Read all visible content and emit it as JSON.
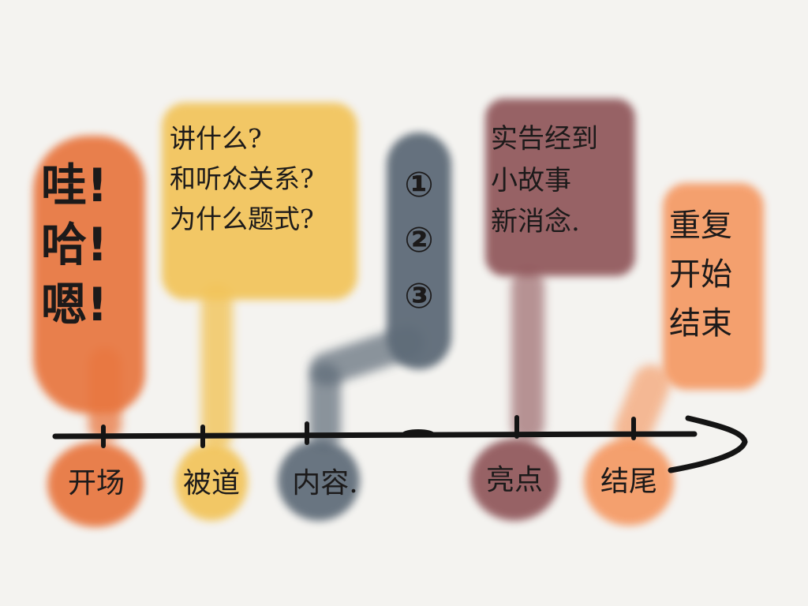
{
  "colors": {
    "orange_red": "#e8763f",
    "yellow": "#f2c45a",
    "slate": "#5e6b78",
    "maroon": "#8e5357",
    "orange": "#f59a64",
    "axis": "#141414",
    "background": "#f4f3f0"
  },
  "stages": [
    {
      "label": "开场",
      "note": "哇!\n哈!\n嗯!"
    },
    {
      "label": "被道",
      "note": "讲什么?\n和听众关系?\n为什么题式?"
    },
    {
      "label": "内容.",
      "note": "①\n②\n③"
    },
    {
      "label": "亮点",
      "note": "实告经到\n小故事\n新消念."
    },
    {
      "label": "结尾",
      "note": "重复\n开始\n结束"
    }
  ]
}
